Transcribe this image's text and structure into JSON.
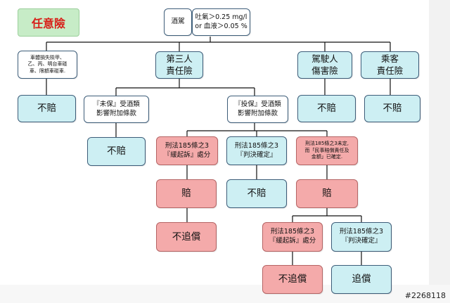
{
  "title": "任意險",
  "watermark": "#2268118",
  "nodes": {
    "dui_label": "酒駕",
    "dui_criteria": [
      "吐氣＞0.25 mg/l",
      "or 血液＞0.05 %"
    ],
    "vehicle_loss": [
      "車體損失險甲、",
      "乙、丙、明台車碰",
      "車、限額車碰車."
    ],
    "third_party": [
      "第三人",
      "責任險"
    ],
    "driver_injury": [
      "駕駛人",
      "傷害險"
    ],
    "passenger": [
      "乘客",
      "責任險"
    ],
    "no_pay_1": "不賠",
    "not_insured": [
      "『未保』受酒類",
      "影響附加條款"
    ],
    "insured": [
      "『投保』受酒類",
      "影響附加條款"
    ],
    "no_pay_driver": "不賠",
    "no_pay_passenger": "不賠",
    "no_pay_2": "不賠",
    "deferred_prosecution_1": [
      "刑法185條之3",
      "『緩起訴』處分"
    ],
    "conviction_1": [
      "刑法185條之3",
      "『判決確定』"
    ],
    "civil_settled": [
      "刑法185條之3未定,",
      "而「民事賠償責任及",
      "金額」已確定."
    ],
    "pay_1": "賠",
    "no_pay_3": "不賠",
    "pay_2": "賠",
    "no_recourse_1": "不追償",
    "deferred_prosecution_2": [
      "刑法185條之3",
      "『緩起訴』處分"
    ],
    "conviction_2": [
      "刑法185條之3",
      "『判決確定』"
    ],
    "no_recourse_2": "不追償",
    "recourse": "追償"
  }
}
